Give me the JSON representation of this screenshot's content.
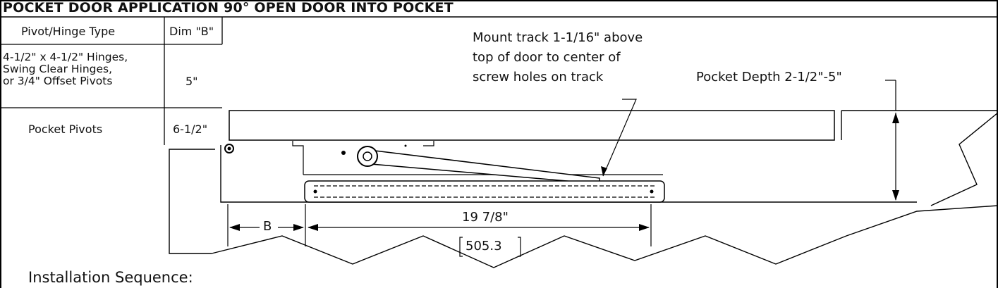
{
  "title": "POCKET DOOR APPLICATION 90° OPEN DOOR INTO POCKET",
  "table": {
    "headers": [
      "Pivot/Hinge Type",
      "Dim \"B\""
    ],
    "rows": [
      {
        "type_lines": [
          "4-1/2\" x 4-1/2\" Hinges,",
          "Swing Clear Hinges,",
          "or 3/4\" Offset Pivots"
        ],
        "dim": "5\""
      },
      {
        "type_lines": [
          "Pocket Pivots"
        ],
        "dim": "6-1/2\""
      }
    ]
  },
  "notes": {
    "mount_track": [
      "Mount track 1-1/16\" above",
      "top of door to center of",
      "screw holes on track"
    ],
    "pocket_depth": "Pocket Depth 2-1/2\"-5\""
  },
  "dimensions": {
    "b_label": "B",
    "track_length_in": "19 7/8\"",
    "track_length_mm": "505.3"
  },
  "footer": {
    "installation_sequence": "Installation Sequence:"
  }
}
